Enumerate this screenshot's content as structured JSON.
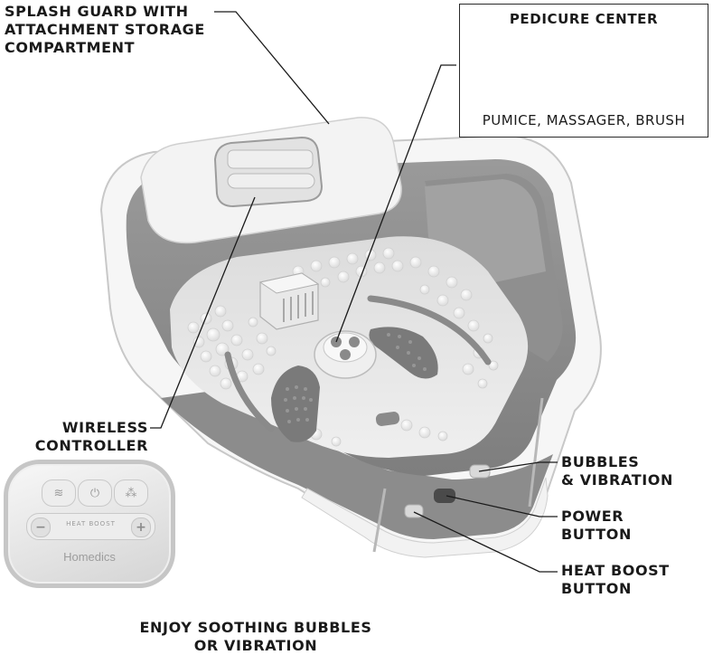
{
  "labels": {
    "splash_guard": [
      "SPLASH GUARD WITH",
      "ATTACHMENT STORAGE",
      "COMPARTMENT"
    ],
    "pedicure_title": "PEDICURE CENTER",
    "pedicure_sub": "PUMICE, MASSAGER, BRUSH",
    "wireless": [
      "WIRELESS",
      "CONTROLLER"
    ],
    "bubbles": [
      "BUBBLES",
      "& VIBRATION"
    ],
    "power": [
      "POWER",
      "BUTTON"
    ],
    "heat": [
      "HEAT BOOST",
      "BUTTON"
    ],
    "enjoy": [
      "ENJOY SOOTHING BUBBLES",
      "OR VIBRATION"
    ]
  },
  "remote": {
    "heat_boost": "HEAT BOOST",
    "brand": "Homedics",
    "minus": "−",
    "plus": "+"
  },
  "colors": {
    "tub_gray": "#878787",
    "tub_white": "#f4f4f4",
    "basin_light": "#ececec",
    "leader_line": "#1a1a1a"
  }
}
